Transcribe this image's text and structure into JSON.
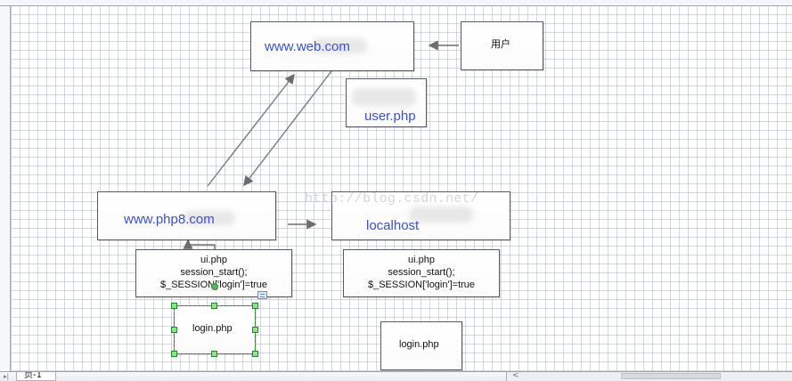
{
  "diagram": {
    "nodes": {
      "web": {
        "label": "www.web.com"
      },
      "user": {
        "label": "用户"
      },
      "user_php": {
        "label": "user.php"
      },
      "php8": {
        "label": "www.php8.com"
      },
      "localhost": {
        "label": "localhost"
      },
      "ui_left": {
        "line1": "ui.php",
        "line2": "session_start();",
        "line3": "$_SESSION['login']=true"
      },
      "ui_right": {
        "line1": "ui.php",
        "line2": "session_start();",
        "line3": "$_SESSION['login']=true"
      },
      "login_left": {
        "label": "login.php"
      },
      "login_right": {
        "label": "login.php"
      }
    },
    "watermark": "http://blog.csdn.net/"
  },
  "footer": {
    "page_tab": "页-1",
    "nav_first_icon": "▸|",
    "scroll_left_icon": "<"
  },
  "icons": {
    "selection_handle": "selection-handle-icon",
    "rotation_handle": "rotation-handle-icon",
    "connector": "connector-icon"
  },
  "colors": {
    "diagram_text_blue": "#3a4fd1",
    "selection_green": "#1c8a27",
    "grid": "#b4bac4"
  }
}
